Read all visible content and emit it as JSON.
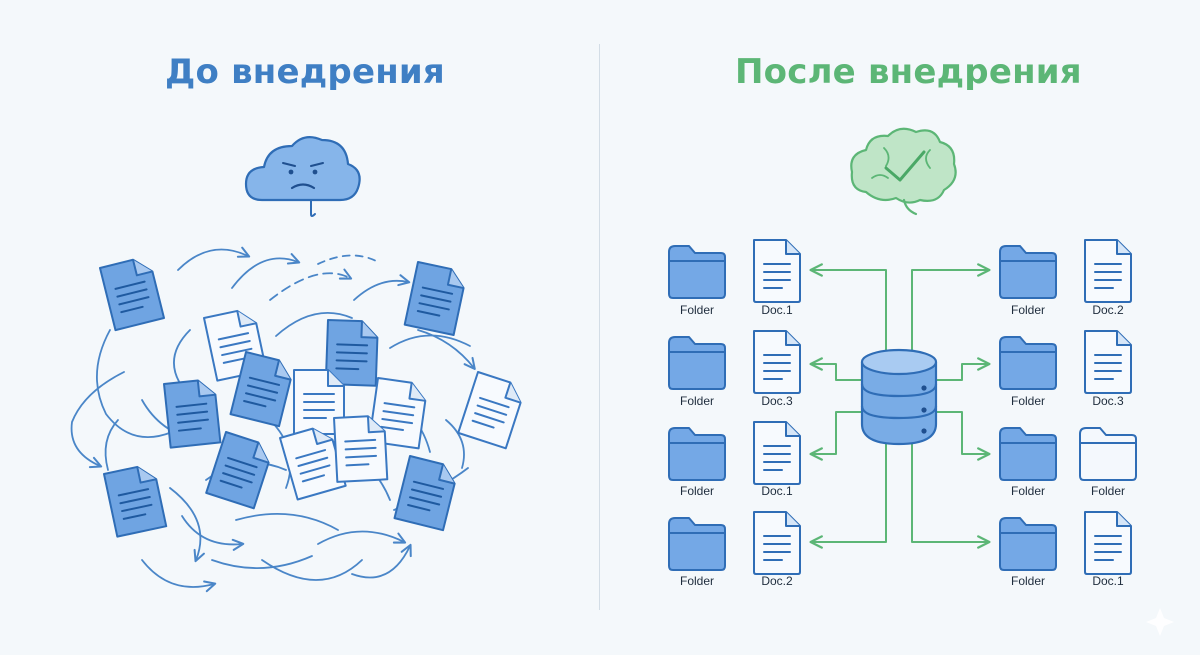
{
  "before": {
    "title": "До внедрения",
    "title_color": "#3f7fc4",
    "icon": "sad-cloud-icon"
  },
  "after": {
    "title": "После внедрения",
    "title_color": "#5cb676",
    "icon": "brain-checkmark-icon",
    "hub_icon": "database-icon",
    "connector_color": "#5cb676",
    "left_rows": [
      {
        "folder": "Folder",
        "doc": "Doc.1"
      },
      {
        "folder": "Folder",
        "doc": "Doc.3"
      },
      {
        "folder": "Folder",
        "doc": "Doc.1"
      },
      {
        "folder": "Folder",
        "doc": "Doc.2"
      }
    ],
    "right_rows": [
      {
        "folder": "Folder",
        "doc": "Doc.2",
        "doc_is_folder": false
      },
      {
        "folder": "Folder",
        "doc": "Doc.3",
        "doc_is_folder": false
      },
      {
        "folder": "Folder",
        "doc": "Folder",
        "doc_is_folder": true
      },
      {
        "folder": "Folder",
        "doc": "Doc.1",
        "doc_is_folder": false
      }
    ]
  },
  "colors": {
    "blue_fill": "#79ace6",
    "blue_stroke": "#3a78c2",
    "light_fill": "#eef4fb"
  }
}
